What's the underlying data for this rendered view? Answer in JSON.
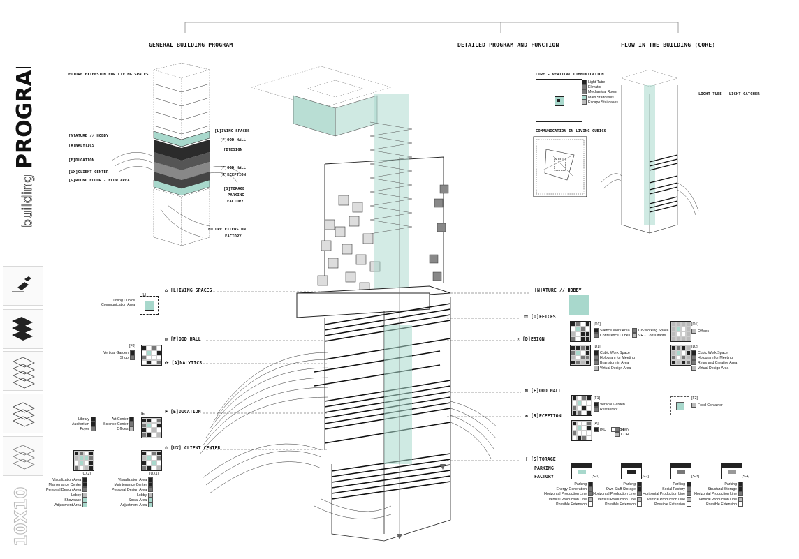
{
  "title": {
    "word1": "building",
    "word2": "PROGRAM"
  },
  "watermark": "10X10",
  "headers": {
    "general": "GENERAL BUILDING PROGRAM",
    "detailed": "DETAILED PROGRAM AND FUNCTION",
    "flow": "FLOW IN THE BUILDING (CORE)"
  },
  "general_labels": {
    "future_living": "FUTURE EXTENSION FOR LIVING SPACES",
    "nature": "[N]ATURE // HOBBY",
    "analytics": "[A]NALYTICS",
    "education": "[E]DUCATION",
    "ux_center": "[UX]CLIENT CENTER",
    "ground": "[G]ROUND FLOOR - FLOW AREA",
    "living": "[L]IVING SPACES",
    "food": "[F]OOD HALL",
    "design": "[D]ESIGN",
    "food2": "[F]OOD HALL",
    "reception": "[R]ECEPTION",
    "storage": "[S]TORAGE",
    "parking": "PARKING",
    "factory": "FACTORY",
    "future_ext": "FUTURE EXTENSION",
    "factory2": "FACTORY"
  },
  "core": {
    "title": "CORE - VERTICAL COMMUNICATION",
    "items": [
      "Light Tube",
      "Elevator",
      "Mechanical Room",
      "Main Staircases",
      "Escape Staircases"
    ],
    "comm_title": "COMMUNICATION IN LIVING CUBICS",
    "light_tube": "LIGHT TUBE - LIGHT CATCHER"
  },
  "left_sections": {
    "living": {
      "label": "[L]IVING SPACES",
      "tag": "[L]",
      "items": [
        "Living Cubics",
        "Communication Area"
      ]
    },
    "food": {
      "label": "[F]OOD HALL",
      "tag": "[F3]",
      "items": [
        "Vertical Garden",
        "Shop"
      ]
    },
    "analytics": {
      "label": "[A]NALYTICS"
    },
    "education": {
      "label": "[E]DUCATION",
      "tag": "[E]",
      "items_a": [
        "Library",
        "Auditorium",
        "Foyer"
      ],
      "items_b": [
        "Art Center",
        "Science Center",
        "Offices"
      ]
    },
    "ux": {
      "label": "[UX] CLIENT CENTER",
      "tag1": "[UX2]",
      "tag2": "[UX1]",
      "items2": [
        "Visualization Area",
        "Maintenance Center",
        "Personal Design Area",
        "Lobby",
        "Showcase",
        "Adjustment Area"
      ],
      "items1": [
        "Visualization Area",
        "Maintenance Center",
        "Personal Design Area",
        "Lobby",
        "Social Area",
        "Adjustment Area"
      ]
    }
  },
  "right_sections": {
    "nature": {
      "label": "[N]ATURE // HOBBY"
    },
    "offices": {
      "label": "[O]FFICES",
      "tag1": "[O1]",
      "items1": [
        "Silence Work Area",
        "Conference Cubes",
        "Co-Working Space",
        "VR - Consultants"
      ],
      "tag2": "[O1]",
      "items2": [
        "Offices"
      ]
    },
    "design": {
      "label": "[D]ESIGN",
      "tag1": "[D1]",
      "items1": [
        "Cubic Work Space",
        "Hologram for Meeting",
        "Brainstormin Area",
        "Virtual Design Area"
      ],
      "tag2": "[D2]",
      "items2": [
        "Cubic Work Space",
        "Hologram for Meeting",
        "Relax and Creative Area",
        "Virtual Design Area"
      ]
    },
    "food": {
      "label": "[F]OOD HALL",
      "tag1": "[F1]",
      "items1": [
        "Vertical Garden",
        "Restaurant"
      ],
      "tag2": "[F2]",
      "items2": [
        "Food Container"
      ]
    },
    "reception": {
      "label": "[R]ECEPTION",
      "tag": "[R]",
      "items": [
        "IND",
        "HMN",
        "SST",
        "COR"
      ]
    },
    "storage": {
      "label": "[S]TORAGE",
      "label2": "PARKING",
      "label3": "FACTORY",
      "s1": {
        "tag": "[S-1]",
        "items": [
          "Parking",
          "Energy Generation",
          "Horizontal Production Line",
          "Vertical Production Line",
          "Possible Extension"
        ]
      },
      "s2": {
        "tag": "[S-2]",
        "items": [
          "Parking",
          "Own Stuff Storage",
          "Horizontal Production Line",
          "Vertical Production Line",
          "Possible Extension"
        ]
      },
      "s3": {
        "tag": "[S-3]",
        "items": [
          "Parking",
          "Social Factory",
          "Horizontal Production Line",
          "Vertical Production Line",
          "Possible Extension"
        ]
      },
      "s4": {
        "tag": "[S-4]",
        "items": [
          "Parking",
          "Structural Storage",
          "Horizontal Production Line",
          "Vertical Production Line",
          "Possible Extension"
        ]
      }
    }
  },
  "colors": {
    "accent": "#a8d8cc",
    "dark": "#222222",
    "line": "#333333"
  }
}
